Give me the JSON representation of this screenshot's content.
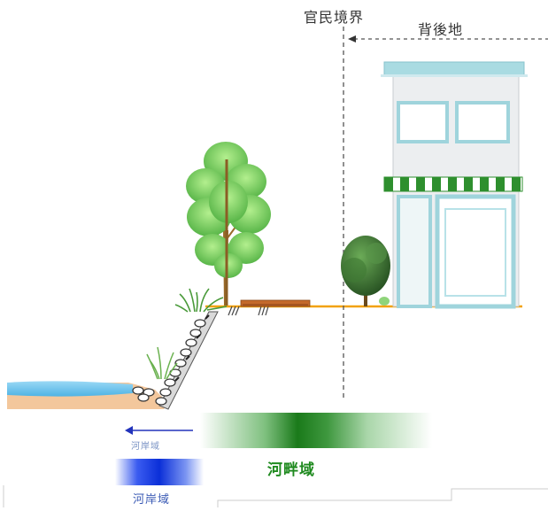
{
  "labels": {
    "boundary": "官民境界",
    "hinterland": "背後地",
    "riverside_zone": "河畔域",
    "riverbank_zone": "河岸域",
    "riverbank_zone_upper": "河岸域"
  },
  "colors": {
    "ground_line": "#f2a20c",
    "water": "#79c8ee",
    "soil": "#f3c79c",
    "riverside_band": "#1f7d1f",
    "riverbank_band": "#1d3fe0",
    "building_wall": "#eceef0",
    "building_trim": "#9fd4dc",
    "awning_green": "#2e8f2e",
    "tree_light": "#7fd66a",
    "tree_dark": "#2f6e2a",
    "trunk": "#9a6a2a",
    "bench": "#c4692b"
  }
}
